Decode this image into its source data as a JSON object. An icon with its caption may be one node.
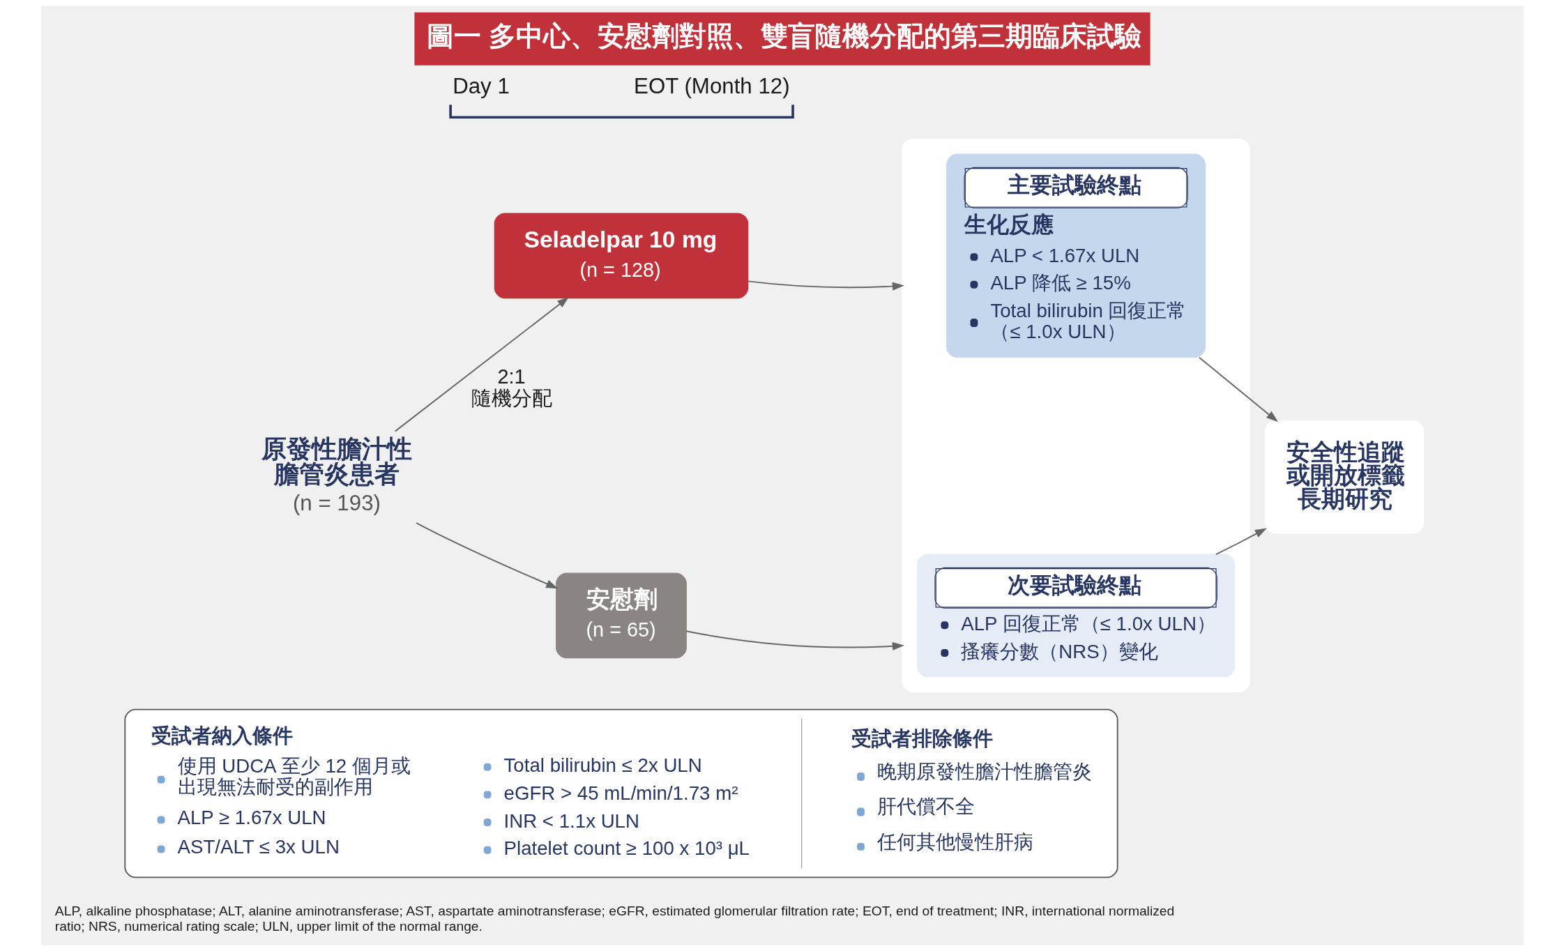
{
  "diagram": {
    "title": "圖一 多中心、安慰劑對照、雙盲隨機分配的第三期臨床試驗",
    "nodes": [
      {
        "text": [
          "原發性膽汁性膽管炎患者",
          "(n = 193)"
        ]
      },
      {
        "text": [
          "Seladelpar 10 mg",
          "(n = 128)"
        ]
      },
      {
        "text": [
          "安慰劑",
          "(n = 65)"
        ]
      },
      {
        "text": [],
        "shape": "box"
      },
      {
        "text": [
          "主要試驗終點",
          "生化反應",
          "ALP < 1.67x ULN",
          "ALP 降低 ≥ 15%",
          "Total bilirubin 回復正常（≤ 1.0x ULN）"
        ],
        "in": 3
      },
      {
        "text": [
          "次要試驗終點",
          "ALP 回復正常（≤ 1.0x ULN）",
          "搔癢分數（NRS）變化"
        ],
        "in": 3
      },
      {
        "text": [
          "安全性追蹤或開放標籤長期研究"
        ]
      },
      {
        "text": [
          "受試者納入條件",
          "使用 UDCA 至少 12 個月或出現無法耐受的副作用",
          "ALP ≥ 1.67x ULN",
          "AST/ALT ≤ 3x ULN",
          "Total bilirubin ≤ 2x ULN",
          "eGFR > 45 mL/min/1.73 m²",
          "INR < 1.1x ULN",
          "Platelet count ≥ 100 x 10³ μL",
          "受試者排除條件",
          "晚期原發性膽汁性膽管炎",
          "肝代償不全",
          "任何其他慢性肝病"
        ]
      }
    ],
    "edges": [
      {
        "from": 0,
        "to": 1,
        "arrow": "to",
        "label": "2:1 隨機分配"
      },
      {
        "from": 0,
        "to": 2,
        "arrow": "to"
      },
      {
        "from": 1,
        "to": 3,
        "arrow": "to"
      },
      {
        "from": 2,
        "to": 3,
        "arrow": "to"
      },
      {
        "from": 4,
        "to": 6,
        "arrow": "to"
      },
      {
        "from": 5,
        "to": 6,
        "arrow": "to"
      }
    ],
    "labels": [
      "Day 1",
      "EOT (Month 12)",
      "ALP, alkaline phosphatase; ALT, alanine aminotransferase; AST, aspartate aminotransferase; eGFR, estimated glomerular filtration rate; EOT, end of treatment; INR, international normalized ratio; NRS, numerical rating scale; ULN, upper limit of the normal range."
    ]
  }
}
